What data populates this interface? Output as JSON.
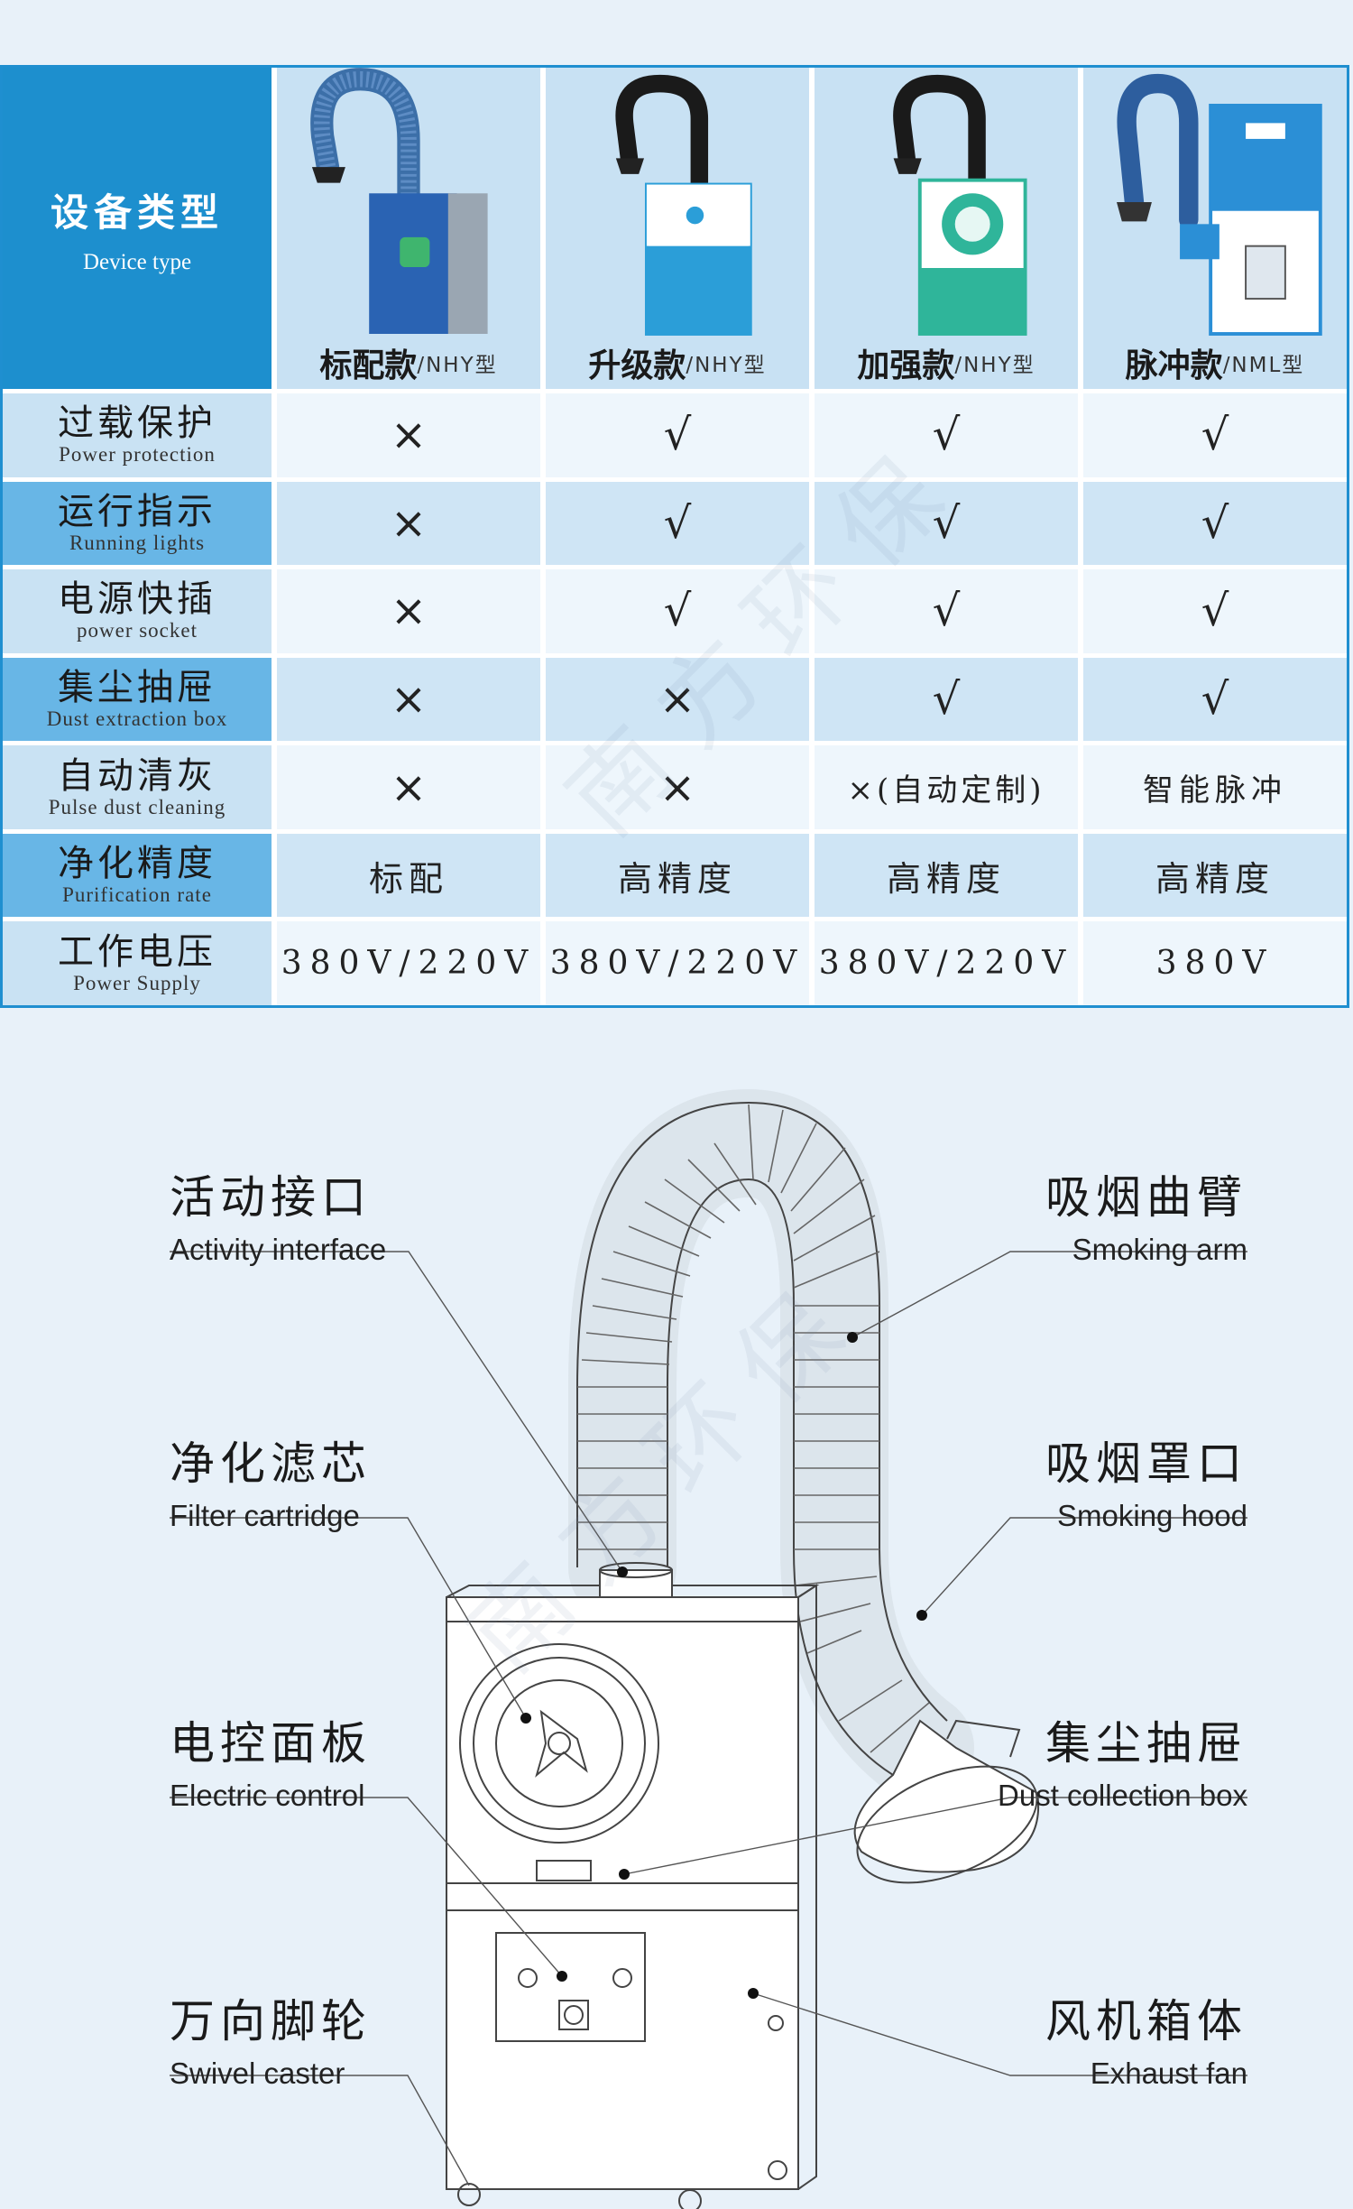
{
  "header": {
    "type_zh": "设备类型",
    "type_en": "Device type"
  },
  "models": [
    {
      "name": "标配款",
      "suffix": "/NHY型"
    },
    {
      "name": "升级款",
      "suffix": "/NHY型"
    },
    {
      "name": "加强款",
      "suffix": "/NHY型"
    },
    {
      "name": "脉冲款",
      "suffix": "/NML型"
    }
  ],
  "rows": [
    {
      "zh": "过载保护",
      "en": "Power protection",
      "values": [
        "×",
        "√",
        "√",
        "√"
      ]
    },
    {
      "zh": "运行指示",
      "en": "Running lights",
      "values": [
        "×",
        "√",
        "√",
        "√"
      ]
    },
    {
      "zh": "电源快插",
      "en": "power socket",
      "values": [
        "×",
        "√",
        "√",
        "√"
      ]
    },
    {
      "zh": "集尘抽屉",
      "en": "Dust extraction box",
      "values": [
        "×",
        "×",
        "√",
        "√"
      ]
    },
    {
      "zh": "自动清灰",
      "en": "Pulse dust cleaning",
      "values": [
        "×",
        "×",
        "×(自动定制)",
        "智能脉冲"
      ]
    },
    {
      "zh": "净化精度",
      "en": "Purification rate",
      "values": [
        "标配",
        "高精度",
        "高精度",
        "高精度"
      ]
    },
    {
      "zh": "工作电压",
      "en": "Power Supply",
      "values": [
        "380V/220V",
        "380V/220V",
        "380V/220V",
        "380V"
      ]
    }
  ],
  "diagram_labels": {
    "activity": {
      "zh": "活动接口",
      "en": "Activity interface"
    },
    "filter": {
      "zh": "净化滤芯",
      "en": "Filter cartridge"
    },
    "electric": {
      "zh": "电控面板",
      "en": "Electric control"
    },
    "caster": {
      "zh": "万向脚轮",
      "en": "Swivel caster"
    },
    "arm": {
      "zh": "吸烟曲臂",
      "en": "Smoking arm"
    },
    "hood": {
      "zh": "吸烟罩口",
      "en": "Smoking hood"
    },
    "dustbox": {
      "zh": "集尘抽屉",
      "en": "Dust collection box"
    },
    "fan": {
      "zh": "风机箱体",
      "en": "Exhaust fan"
    }
  },
  "watermark": "南方环保",
  "colors": {
    "header_blue": "#1d8fce",
    "row_dark": "#68b6e6",
    "row_light": "#c9e2f3",
    "border": "#1f8fd0"
  }
}
